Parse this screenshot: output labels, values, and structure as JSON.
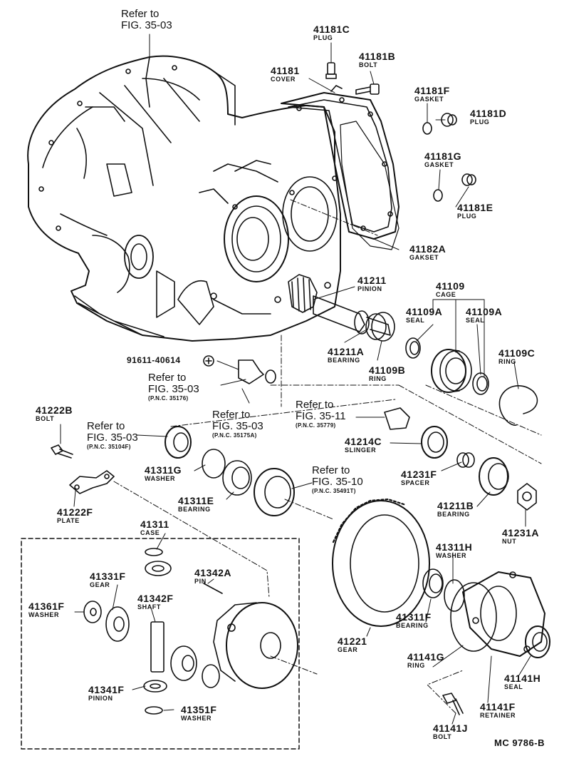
{
  "diagram_code": "MC 9786-B",
  "refs": {
    "top": {
      "line1": "Refer to",
      "line2": "FIG. 35-03",
      "pnc": ""
    },
    "left_mid": {
      "line1": "Refer to",
      "line2": "FIG. 35-03",
      "pnc": "(P.N.C. 35176)"
    },
    "center": {
      "line1": "Refer to",
      "line2": "FIG. 35-03",
      "pnc": "(P.N.C. 35175A)"
    },
    "left_low": {
      "line1": "Refer to",
      "line2": "FIG. 35-03",
      "pnc": "(P.N.C. 35104F)"
    },
    "fig3511": {
      "line1": "Refer to",
      "line2": "FIG. 35-11",
      "pnc": "(P.N.C. 35779)"
    },
    "fig3510": {
      "line1": "Refer to",
      "line2": "FIG. 35-10",
      "pnc": "(P.N.C. 35491T)"
    }
  },
  "parts": {
    "p41181C": {
      "num": "41181C",
      "name": "PLUG"
    },
    "p41181B": {
      "num": "41181B",
      "name": "BOLT"
    },
    "p41181": {
      "num": "41181",
      "name": "COVER"
    },
    "p41181F": {
      "num": "41181F",
      "name": "GASKET"
    },
    "p41181D": {
      "num": "41181D",
      "name": "PLUG"
    },
    "p41181G": {
      "num": "41181G",
      "name": "GASKET"
    },
    "p41181E": {
      "num": "41181E",
      "name": "PLUG"
    },
    "p41182A": {
      "num": "41182A",
      "name": "GAKSET"
    },
    "p41211": {
      "num": "41211",
      "name": "PINION"
    },
    "p41109": {
      "num": "41109",
      "name": "CAGE"
    },
    "p41109A1": {
      "num": "41109A",
      "name": "SEAL"
    },
    "p41109A2": {
      "num": "41109A",
      "name": "SEAL"
    },
    "p41211A": {
      "num": "41211A",
      "name": "BEARING"
    },
    "p41109B": {
      "num": "41109B",
      "name": "RING"
    },
    "p41109C": {
      "num": "41109C",
      "name": "RING"
    },
    "p91611": {
      "num": "91611-40614",
      "name": ""
    },
    "p41222B": {
      "num": "41222B",
      "name": "BOLT"
    },
    "p41214C": {
      "num": "41214C",
      "name": "SLINGER"
    },
    "p41311G": {
      "num": "41311G",
      "name": "WASHER"
    },
    "p41231F": {
      "num": "41231F",
      "name": "SPACER"
    },
    "p41311E": {
      "num": "41311E",
      "name": "BEARING"
    },
    "p41211B": {
      "num": "41211B",
      "name": "BEARING"
    },
    "p41231A": {
      "num": "41231A",
      "name": "NUT"
    },
    "p41222F": {
      "num": "41222F",
      "name": "PLATE"
    },
    "p41311": {
      "num": "41311",
      "name": "CASE"
    },
    "p41311H": {
      "num": "41311H",
      "name": "WASHER"
    },
    "p41331F": {
      "num": "41331F",
      "name": "GEAR"
    },
    "p41342A": {
      "num": "41342A",
      "name": "PIN"
    },
    "p41361F": {
      "num": "41361F",
      "name": "WASHER"
    },
    "p41342F": {
      "num": "41342F",
      "name": "SHAFT"
    },
    "p41311F": {
      "num": "41311F",
      "name": "BEARING"
    },
    "p41221": {
      "num": "41221",
      "name": "GEAR"
    },
    "p41141G": {
      "num": "41141G",
      "name": "RING"
    },
    "p41341F": {
      "num": "41341F",
      "name": "PINION"
    },
    "p41141H": {
      "num": "41141H",
      "name": "SEAL"
    },
    "p41141F": {
      "num": "41141F",
      "name": "RETAINER"
    },
    "p41351F": {
      "num": "41351F",
      "name": "WASHER"
    },
    "p41141J": {
      "num": "41141J",
      "name": "BOLT"
    }
  }
}
